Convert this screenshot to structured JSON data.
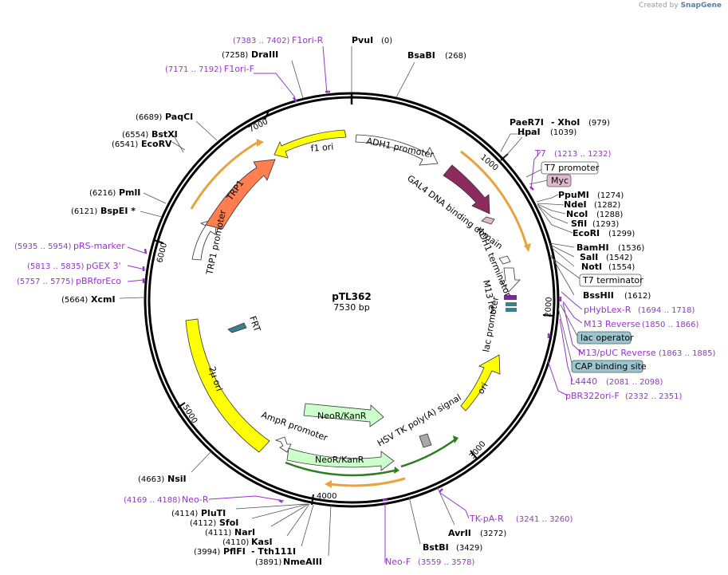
{
  "credit": {
    "prefix": "Created by",
    "brand": "SnapGene"
  },
  "plasmid": {
    "name": "pTL362",
    "size_label": "7530 bp",
    "length": 7530
  },
  "ticks": [
    "1000",
    "2000",
    "3000",
    "4000",
    "5000",
    "6000",
    "7000"
  ],
  "sites": [
    {
      "name": "PvuI",
      "pos": "(0)"
    },
    {
      "name": "BsaBI",
      "pos": "(268)"
    },
    {
      "name": "PaeR7I",
      "pos": ""
    },
    {
      "name": "- XhoI",
      "pos": "(979)"
    },
    {
      "name": "HpaI",
      "pos": "(1039)"
    },
    {
      "name": "PpuMI",
      "pos": "(1274)"
    },
    {
      "name": "NdeI",
      "pos": "(1282)"
    },
    {
      "name": "NcoI",
      "pos": "(1288)"
    },
    {
      "name": "SfiI",
      "pos": "(1293)"
    },
    {
      "name": "EcoRI",
      "pos": "(1299)"
    },
    {
      "name": "BamHI",
      "pos": "(1536)"
    },
    {
      "name": "SalI",
      "pos": "(1542)"
    },
    {
      "name": "NotI",
      "pos": "(1554)"
    },
    {
      "name": "BssHII",
      "pos": "(1612)"
    },
    {
      "name": "AvrII",
      "pos": "(3272)"
    },
    {
      "name": "BstBI",
      "pos": "(3429)"
    },
    {
      "name": "NmeAIII",
      "pos": "(3891)"
    },
    {
      "name": "PflFI",
      "pos": "(3994)"
    },
    {
      "name": "- Tth111I",
      "pos": ""
    },
    {
      "name": "KasI",
      "pos": "(4110)"
    },
    {
      "name": "NarI",
      "pos": "(4111)"
    },
    {
      "name": "SfoI",
      "pos": "(4112)"
    },
    {
      "name": "PluTI",
      "pos": "(4114)"
    },
    {
      "name": "NsiI",
      "pos": "(4663)"
    },
    {
      "name": "XcmI",
      "pos": "(5664)"
    },
    {
      "name": "BspEI *",
      "pos": "(6121)"
    },
    {
      "name": "PmlI",
      "pos": "(6216)"
    },
    {
      "name": "EcoRV",
      "pos": "(6541)"
    },
    {
      "name": "BstXI",
      "pos": "(6554)"
    },
    {
      "name": "PaqCI",
      "pos": "(6689)"
    },
    {
      "name": "DraIII",
      "pos": "(7258)"
    }
  ],
  "primers": [
    {
      "name": "F1ori-R",
      "range": "(7383 .. 7402)"
    },
    {
      "name": "F1ori-F",
      "range": "(7171 .. 7192)"
    },
    {
      "name": "T7",
      "range": "(1213 .. 1232)"
    },
    {
      "name": "pHybLex-R",
      "range": "(1694 .. 1718)"
    },
    {
      "name": "M13 Reverse",
      "range": "(1850 .. 1866)"
    },
    {
      "name": "M13/pUC Reverse",
      "range": "(1863 .. 1885)"
    },
    {
      "name": "L4440",
      "range": "(2081 .. 2098)"
    },
    {
      "name": "pBR322ori-F",
      "range": "(2332 .. 2351)"
    },
    {
      "name": "TK-pA-R",
      "range": "(3241 .. 3260)"
    },
    {
      "name": "Neo-F",
      "range": "(3559 .. 3578)"
    },
    {
      "name": "Neo-R",
      "range": "(4169 .. 4188)"
    },
    {
      "name": "pRS-marker",
      "range": "(5935 .. 5954)"
    },
    {
      "name": "pGEX 3'",
      "range": "(5813 .. 5835)"
    },
    {
      "name": "pBRforEco",
      "range": "(5757 .. 5775)"
    }
  ],
  "boxed_features": [
    {
      "name": "T7 promoter"
    },
    {
      "name": "Myc"
    },
    {
      "name": "T7 terminator"
    },
    {
      "name": "lac operator"
    },
    {
      "name": "CAP binding site"
    }
  ],
  "features": [
    {
      "name": "f1 ori"
    },
    {
      "name": "ADH1 promoter"
    },
    {
      "name": "GAL4 DNA binding domain"
    },
    {
      "name": "ADH1 terminator"
    },
    {
      "name": "M13 rev"
    },
    {
      "name": "lac promoter"
    },
    {
      "name": "ori"
    },
    {
      "name": "HSV TK poly(A) signal"
    },
    {
      "name": "NeoR/KanR"
    },
    {
      "name": "NeoR/KanR"
    },
    {
      "name": "AmpR promoter"
    },
    {
      "name": "2μ ori"
    },
    {
      "name": "FRT"
    },
    {
      "name": "TRP1 promoter"
    },
    {
      "name": "TRP1"
    }
  ],
  "colors": {
    "backbone": "#000000",
    "primer": "#9933cc",
    "orf_arrow": "#ff7f50",
    "origin": "#ffff00",
    "promoter": "#ffffff",
    "neo": "#ccffcc",
    "gal4": "#8e2b5e",
    "orf_track": "#e8a33d",
    "myc_box": "#e0b9cf",
    "lac_box": "#9cc6cf",
    "frt": "#3e7f8f",
    "terminator": "#a8a8a8"
  }
}
